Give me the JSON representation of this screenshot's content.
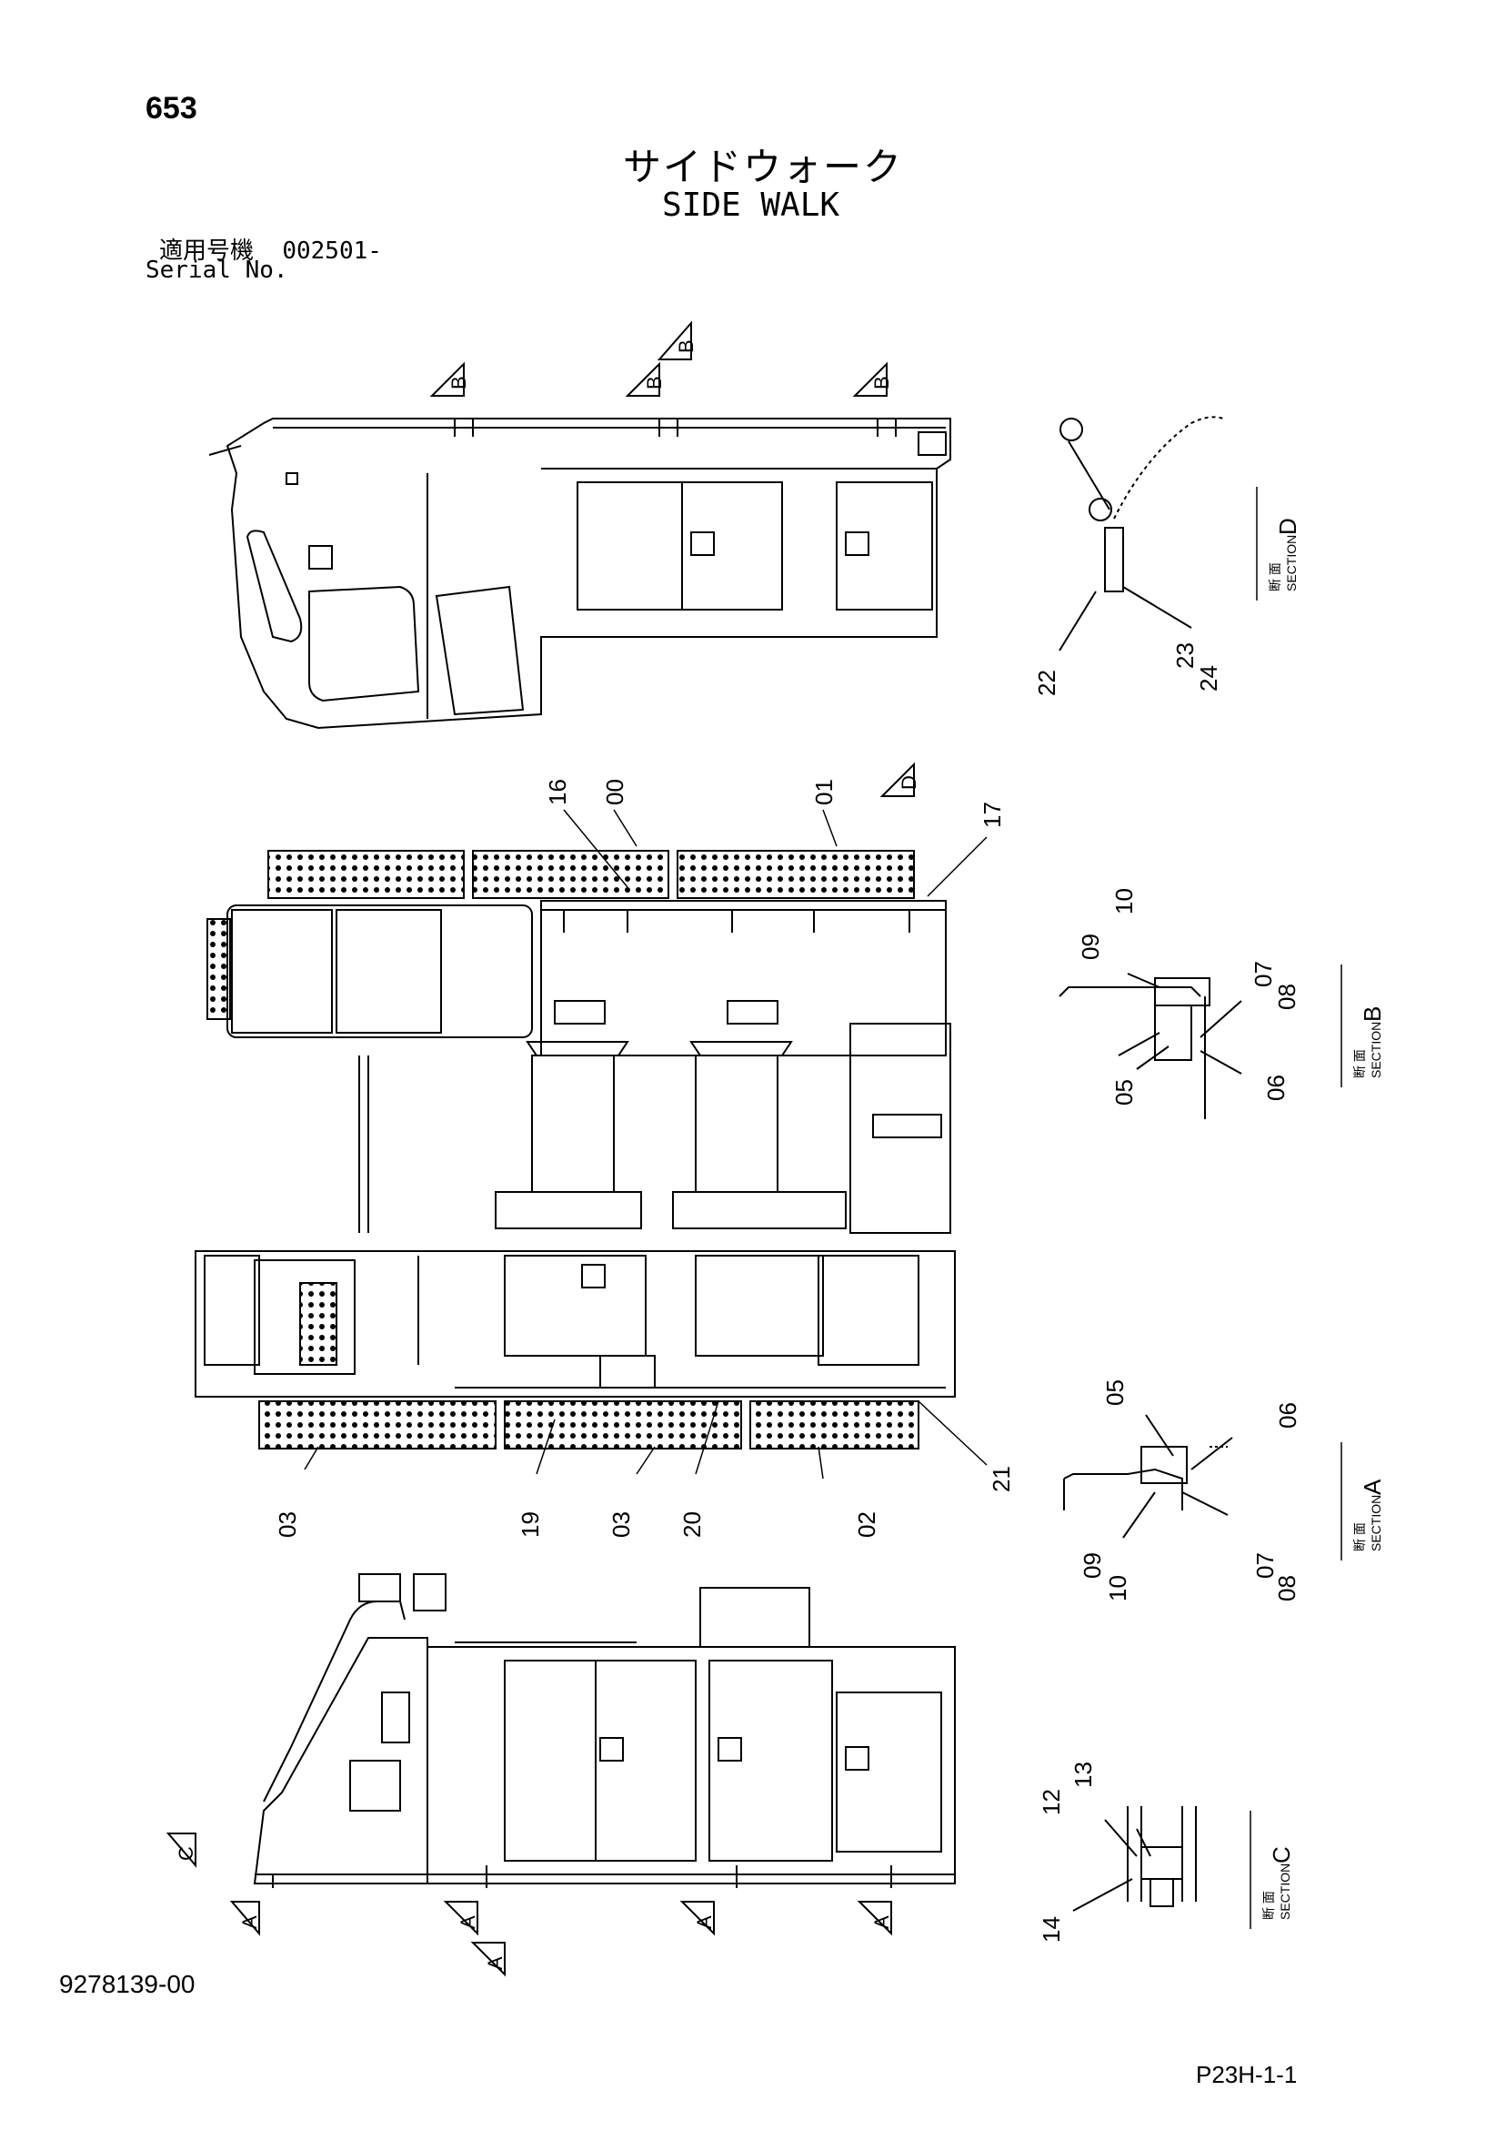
{
  "header": {
    "page_number": "653",
    "title_jp": "サイドウォーク",
    "title_en": "SIDE WALK",
    "serial_label_jp": "適用号機",
    "serial_value": "002501-",
    "serial_label_en": "Serial No."
  },
  "footer": {
    "drawing_number": "9278139-00",
    "page_code": "P23H-1-1"
  },
  "section_markers": {
    "b": "B",
    "a": "A",
    "c": "C",
    "d": "D"
  },
  "section_labels": {
    "jp": "断 面",
    "en": "SECTION",
    "d": "D",
    "b": "B",
    "a": "A",
    "c": "C"
  },
  "part_callouts": {
    "p16": "16",
    "p00": "00",
    "p01": "01",
    "p17": "17",
    "p21": "21",
    "p03a": "03",
    "p19": "19",
    "p03b": "03",
    "p20": "20",
    "p02": "02",
    "d22": "22",
    "d23": "23",
    "d24": "24",
    "b10": "10",
    "b09": "09",
    "b07": "07",
    "b08": "08",
    "b05": "05",
    "b06": "06",
    "a05": "05",
    "a06": "06",
    "a09": "09",
    "a10": "10",
    "a07": "07",
    "a08": "08",
    "c12": "12",
    "c13": "13",
    "c14": "14"
  }
}
